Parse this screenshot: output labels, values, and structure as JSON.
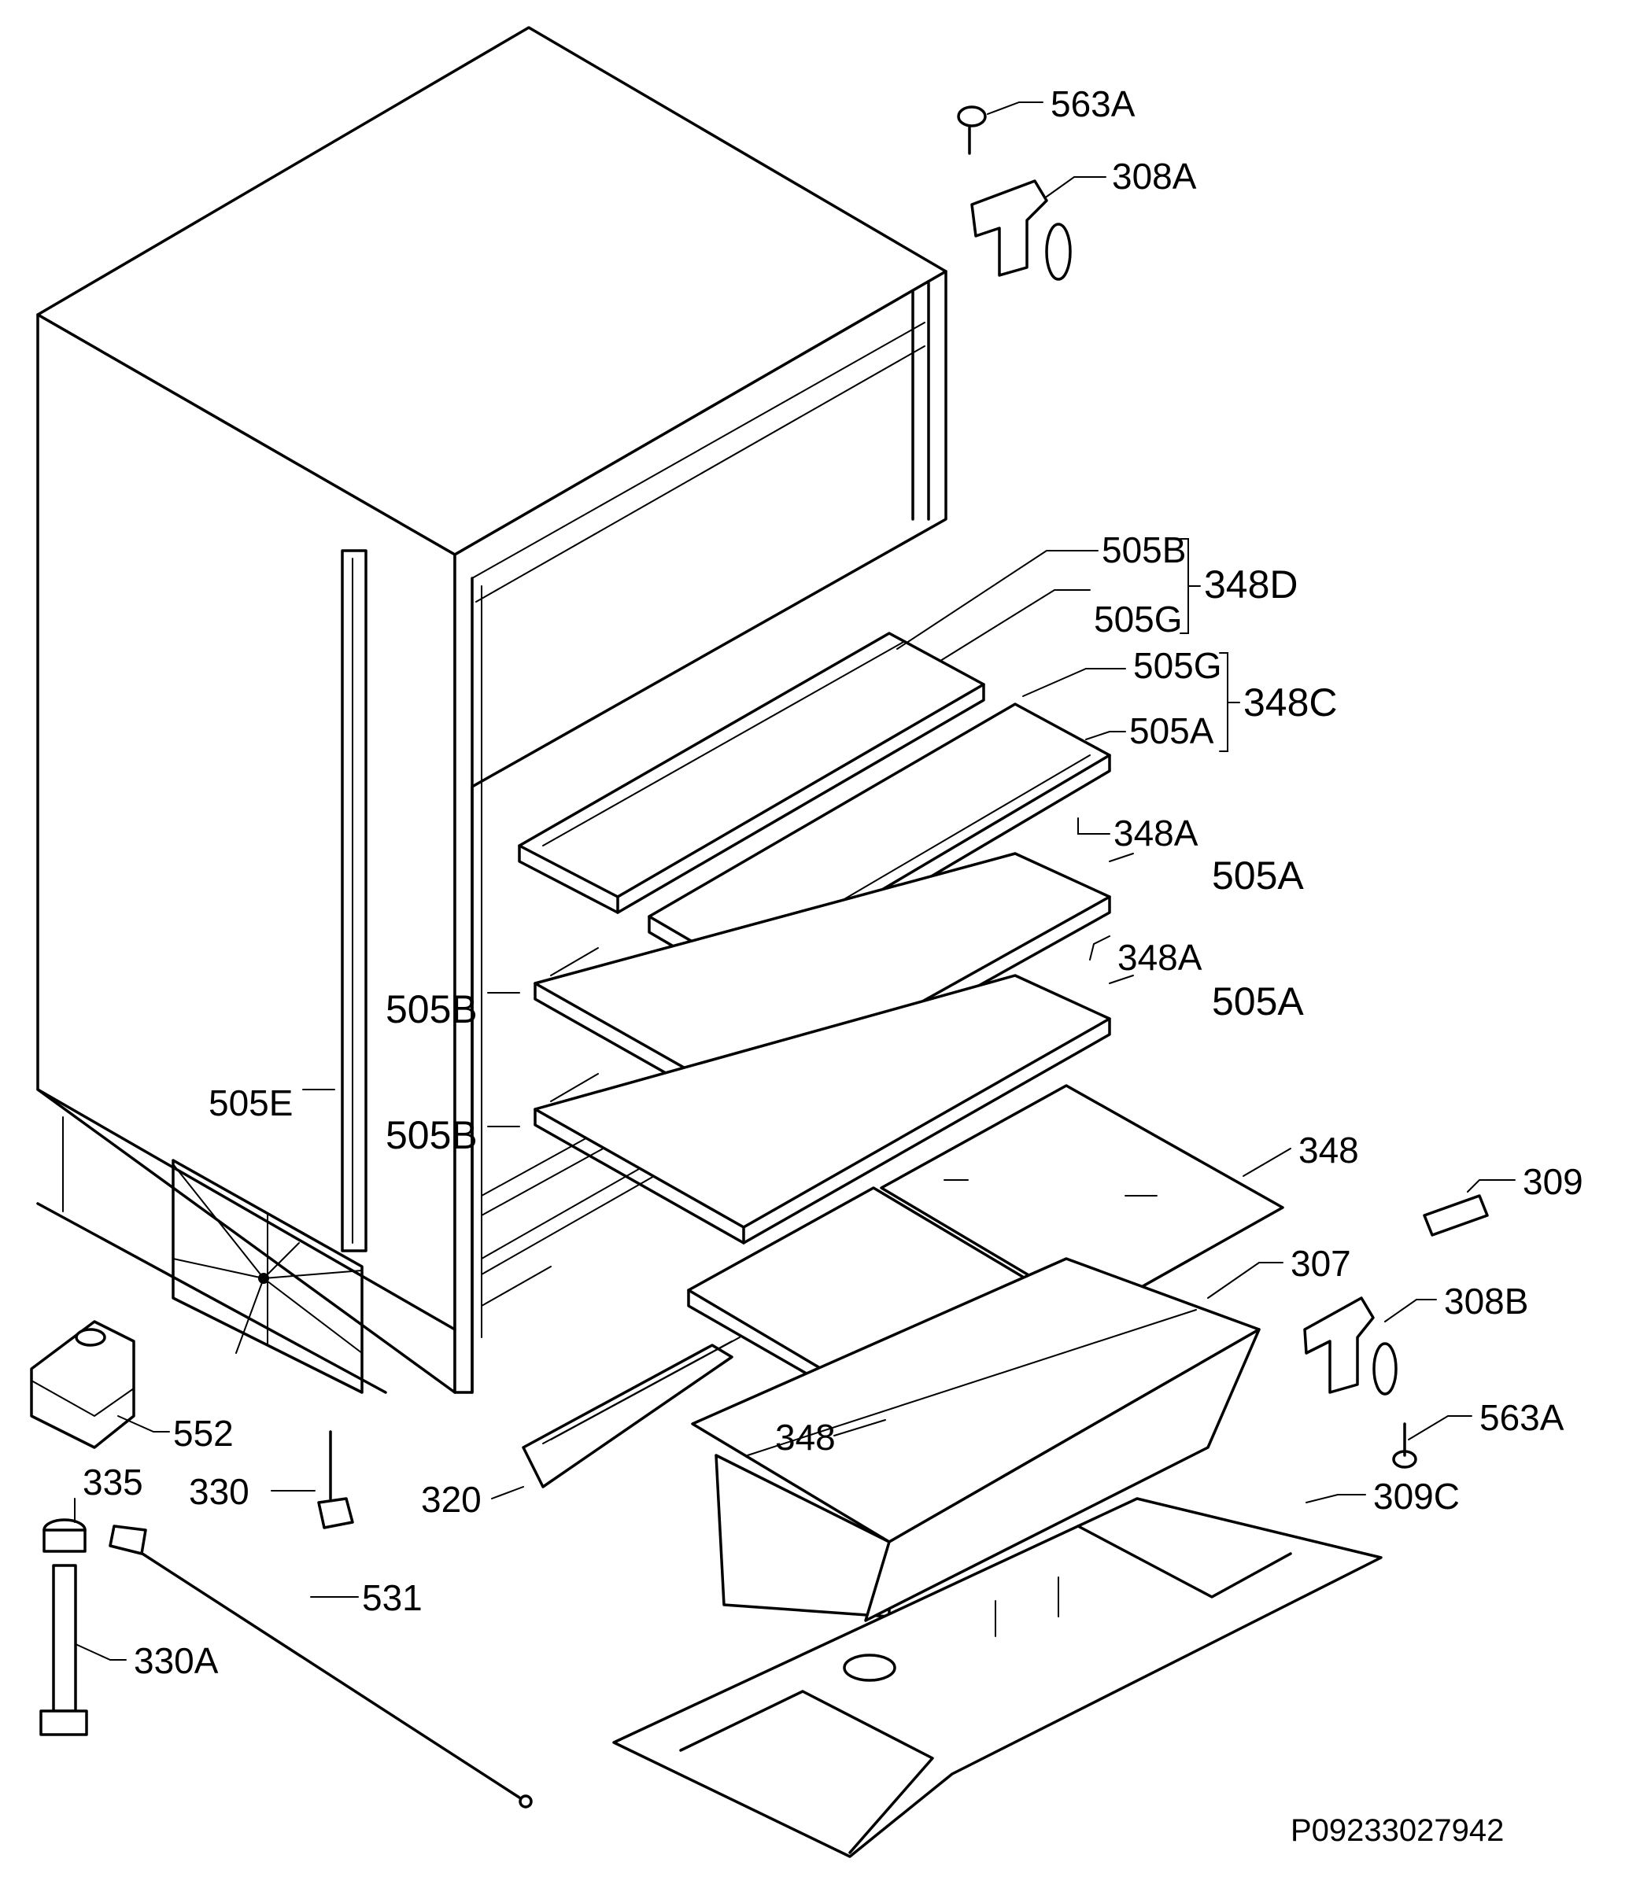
{
  "labels": {
    "l563A_top": "563A",
    "l308A": "308A",
    "l505B_top": "505B",
    "l348D": "348D",
    "l505G_1": "505G",
    "l505G_2": "505G",
    "l348C": "348C",
    "l505A_1": "505A",
    "l348A_1": "348A",
    "l505A_2": "505A",
    "l505B_1": "505B",
    "l348A_2": "348A",
    "l505A_3": "505A",
    "l505E": "505E",
    "l505B_2": "505B",
    "l348_1": "348",
    "l309": "309",
    "l307": "307",
    "l308B": "308B",
    "l552": "552",
    "l563A_bot": "563A",
    "l330": "330",
    "l320": "320",
    "l348_2": "348",
    "l335": "335",
    "l309C": "309C",
    "l531": "531",
    "l330A": "330A"
  },
  "drawing_code": "P09233027942"
}
